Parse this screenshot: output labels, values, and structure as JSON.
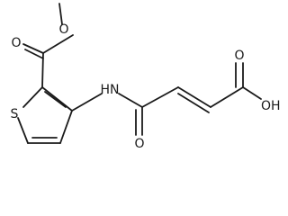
{
  "molecule": {
    "atoms": {
      "ester_o_methyl": "O",
      "ester_o_carbonyl": "O",
      "sulfur": "S",
      "amide_nh": "HN",
      "amide_o": "O",
      "acid_o_carbonyl": "O",
      "acid_oh": "OH"
    }
  }
}
